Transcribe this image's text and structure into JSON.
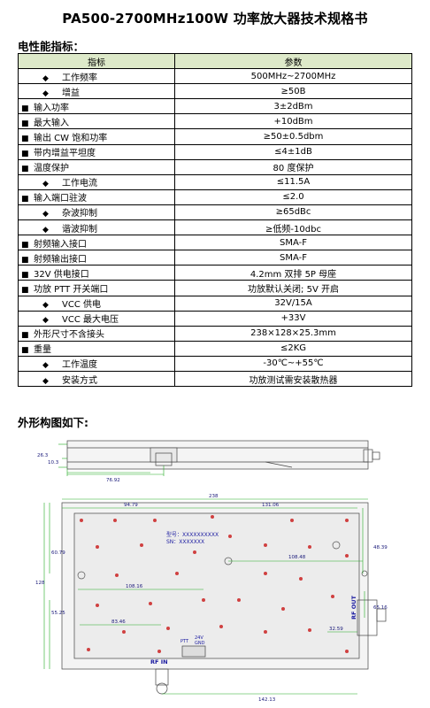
{
  "title": "PA500-2700MHz100W 功率放大器技术规格书",
  "electrical_section": "电性能指标：",
  "table": {
    "headers": [
      "指标",
      "参数"
    ],
    "rows": [
      {
        "bullet": "◆",
        "level": "sub",
        "name": "工作频率",
        "value": "500MHz~2700MHz"
      },
      {
        "bullet": "◆",
        "level": "sub",
        "name": "增益",
        "value": "≥50B"
      },
      {
        "bullet": "■",
        "level": "top",
        "name": "输入功率",
        "value": "3±2dBm"
      },
      {
        "bullet": "■",
        "level": "top",
        "name": "最大输入",
        "value": "+10dBm"
      },
      {
        "bullet": "■",
        "level": "top",
        "name": "输出 CW 饱和功率",
        "value": "≥50±0.5dbm"
      },
      {
        "bullet": "■",
        "level": "top",
        "name": "带内增益平坦度",
        "value": "≤4±1dB"
      },
      {
        "bullet": "■",
        "level": "top",
        "name": "温度保护",
        "value": "80 度保护"
      },
      {
        "bullet": "◆",
        "level": "sub",
        "name": "工作电流",
        "value": "≤11.5A"
      },
      {
        "bullet": "■",
        "level": "top",
        "name": "输入端口驻波",
        "value": "≤2.0"
      },
      {
        "bullet": "◆",
        "level": "sub",
        "name": "杂波抑制",
        "value": "≥65dBc"
      },
      {
        "bullet": "◆",
        "level": "sub",
        "name": "谐波抑制",
        "value": "≥低频-10dbc"
      },
      {
        "bullet": "■",
        "level": "top",
        "name": "射频输入接口",
        "value": "SMA-F"
      },
      {
        "bullet": "■",
        "level": "top",
        "name": "射频输出接口",
        "value": "SMA-F"
      },
      {
        "bullet": "■",
        "level": "top",
        "name": "32V 供电接口",
        "value": "4.2mm 双排 5P 母座"
      },
      {
        "bullet": "■",
        "level": "top",
        "name": "功放 PTT 开关端口",
        "value": "功放默认关闭; 5V 开启"
      },
      {
        "bullet": "◆",
        "level": "sub",
        "name": "VCC 供电",
        "value": "32V/15A"
      },
      {
        "bullet": "◆",
        "level": "sub",
        "name": "VCC 最大电压",
        "value": "+33V"
      },
      {
        "bullet": "■",
        "level": "top",
        "name": "外形尺寸不含接头",
        "value": "238×128×25.3mm"
      },
      {
        "bullet": "■",
        "level": "top",
        "name": "重量",
        "value": "≤2KG"
      },
      {
        "bullet": "◆",
        "level": "sub",
        "name": "工作温度",
        "value": "-30℃~+55℃"
      },
      {
        "bullet": "◆",
        "level": "sub",
        "name": "安装方式",
        "value": "功放测试需安装散热器"
      }
    ]
  },
  "outline_section": "外形构图如下:",
  "drawing": {
    "dims": {
      "side_height": "26.3",
      "side_base": "10.3",
      "side_connector": "76.92",
      "total_width": "238",
      "top_left": "94.79",
      "top_right": "131.06",
      "left_upper": "60.79",
      "left_total": "128",
      "left_lower": "55.25",
      "mid_right": "108.48",
      "mid_left": "108.16",
      "right_upper": "48.39",
      "right_lower": "65.16",
      "rfin_offset": "83.46",
      "rfout_offset": "32.59",
      "bottom_span": "142.13"
    },
    "labels": {
      "model": "型号：XXXXXXXXXX",
      "sn": "SN：XXXXXXX",
      "ptt": "PTT",
      "v24": "24V",
      "gnd": "GND",
      "rf_in": "RF IN",
      "rf_out": "RF OUT"
    }
  }
}
